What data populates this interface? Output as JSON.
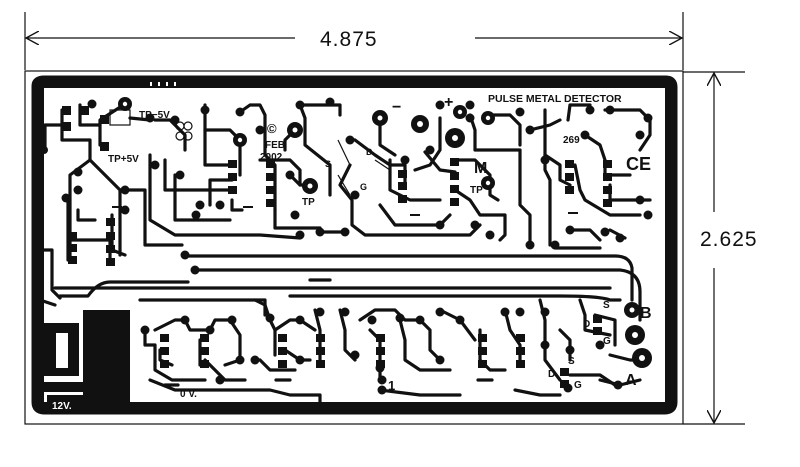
{
  "dimensions": {
    "width_label": "4.875",
    "height_label": "2.625"
  },
  "board": {
    "title": "PULSE METAL DETECTOR",
    "copyright_symbol": "©",
    "date_month": "FEB",
    "date_year": "2002",
    "ce_mark": "CE",
    "part_number": "269",
    "testpoints": {
      "tp_minus": "TP−5V",
      "tp_plus": "TP+5V",
      "tp1": "TP",
      "tp2": "TP"
    },
    "labels": {
      "plus": "+",
      "minus": "−",
      "m": "M",
      "s1": "S",
      "d1": "D",
      "g1": "G",
      "s2": "S",
      "d2": "D",
      "g2": "G",
      "s3": "S",
      "d3": "D",
      "g3": "G",
      "b": "B",
      "a": "A",
      "ov": "0 V.",
      "one": "1",
      "v12": "12V."
    }
  }
}
